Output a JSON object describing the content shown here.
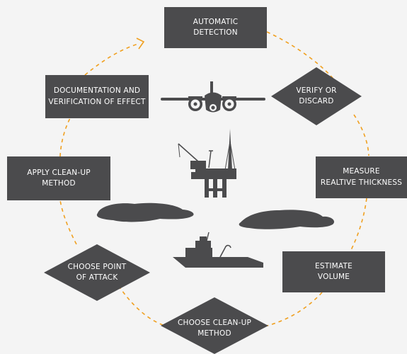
{
  "diagram": {
    "colors": {
      "shape_fill": "#4b4b4d",
      "text": "#ffffff",
      "cycle_line": "#f0a020",
      "background": "#f4f4f4"
    },
    "steps": [
      {
        "id": "automatic-detection",
        "shape": "rectangle",
        "label": "AUTOMATIC\nDETECTION"
      },
      {
        "id": "verify-or-discard",
        "shape": "diamond",
        "label": "VERIFY OR\nDISCARD"
      },
      {
        "id": "measure-relative-thickness",
        "shape": "rectangle",
        "label": "MEASURE\nREALTIVE THICKNESS"
      },
      {
        "id": "estimate-volume",
        "shape": "rectangle",
        "label": "ESTIMATE\nVOLUME"
      },
      {
        "id": "choose-clean-up-method",
        "shape": "diamond",
        "label": "CHOOSE CLEAN-UP\nMETHOD"
      },
      {
        "id": "choose-point-of-attack",
        "shape": "diamond",
        "label": "CHOOSE POINT\nOF ATTACK"
      },
      {
        "id": "apply-clean-up-method",
        "shape": "rectangle",
        "label": "APPLY CLEAN-UP\nMETHOD"
      },
      {
        "id": "documentation-and-verification",
        "shape": "rectangle",
        "label": "DOCUMENTATION AND\nVERIFICATION OF EFFECT"
      }
    ],
    "cycle": {
      "style": "dashed",
      "direction": "clockwise"
    },
    "illustrations": [
      "airplane-icon",
      "oil-platform-icon",
      "ship-icon",
      "oil-slick-icon",
      "oil-slick-icon"
    ]
  }
}
